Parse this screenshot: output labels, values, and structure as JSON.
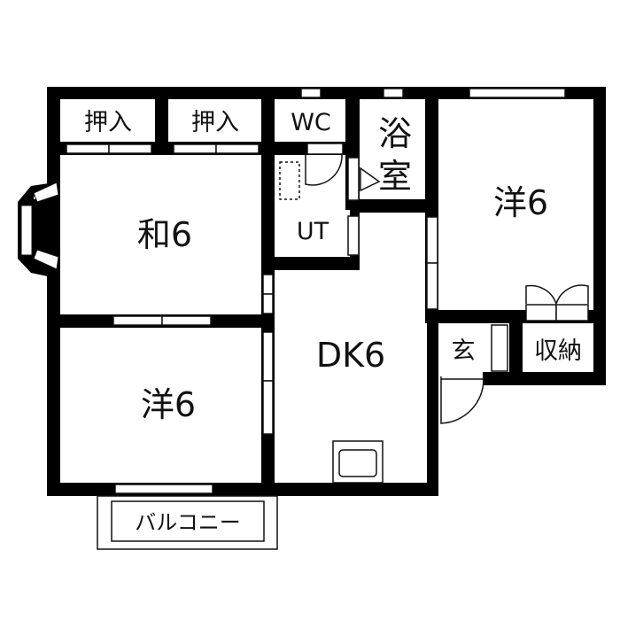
{
  "rooms": {
    "closet_1": "押入",
    "closet_2": "押入",
    "wc": "WC",
    "bath_top": "浴",
    "bath_bottom": "室",
    "japanese_room": "和6",
    "utility": "UT",
    "western_room_right": "洋6",
    "western_room_left": "洋6",
    "dining_kitchen": "DK6",
    "entrance": "玄",
    "storage": "収納",
    "balcony": "バルコニー"
  },
  "colors": {
    "wall": "#000000",
    "floor": "#ffffff",
    "line": "#111111"
  }
}
